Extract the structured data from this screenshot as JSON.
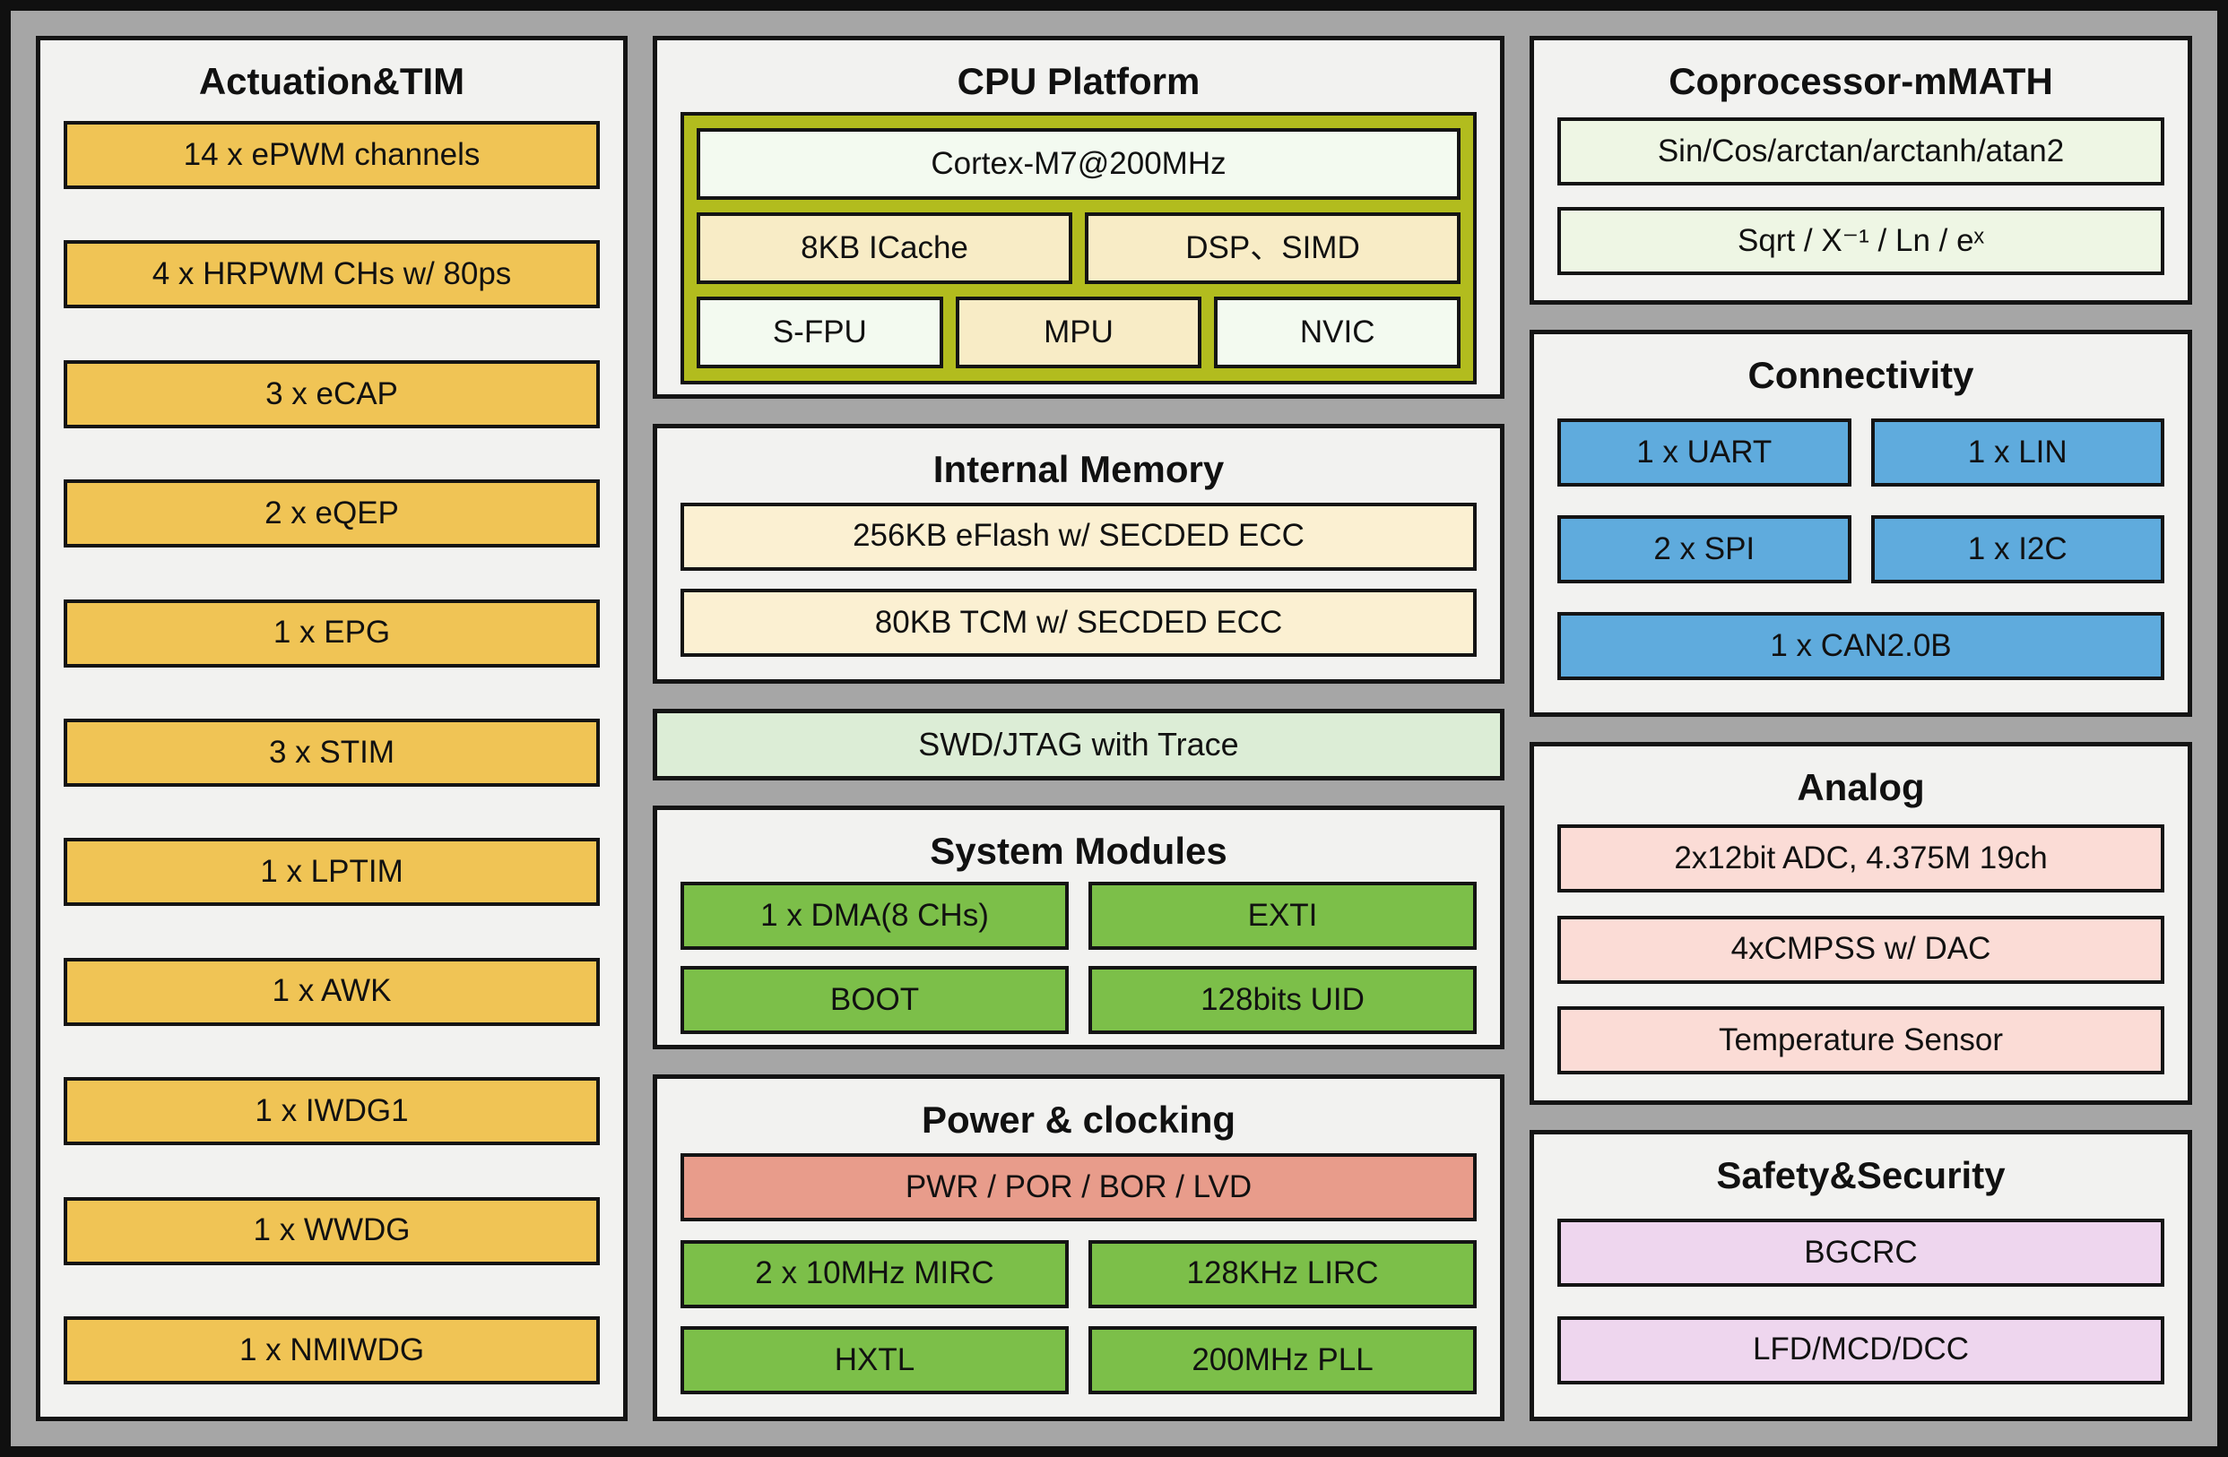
{
  "palette": {
    "background_gray": "#a6a6a6",
    "panel_bg": "#f2f2f0",
    "border_black": "#141414",
    "timer_yellow": "#f0c455",
    "cpu_olive": "#b2bc1e",
    "memory_cream": "#f8ecc6",
    "module_green": "#7cbf49",
    "power_salmon": "#e89c8b",
    "debug_light_green": "#dcedd6",
    "coprocessor_pale_green": "#eef6e4",
    "connectivity_blue": "#5fabdd",
    "analog_pink": "#fbdcd6",
    "safety_purple": "#eed6ee"
  },
  "actuation": {
    "title": "Actuation&TIM",
    "items": [
      "14 x ePWM channels",
      "4 x HRPWM CHs w/ 80ps",
      "3 x eCAP",
      "2 x eQEP",
      "1 x EPG",
      "3 x STIM",
      "1 x LPTIM",
      "1 x AWK",
      "1 x IWDG1",
      "1 x WWDG",
      "1 x NMIWDG"
    ]
  },
  "cpu": {
    "title": "CPU Platform",
    "core": "Cortex-M7@200MHz",
    "icache": "8KB ICache",
    "dsp": "DSP、SIMD",
    "fpu": "S-FPU",
    "mpu": "MPU",
    "nvic": "NVIC"
  },
  "memory": {
    "title": "Internal Memory",
    "items": [
      "256KB eFlash w/ SECDED ECC",
      "80KB TCM w/ SECDED ECC"
    ]
  },
  "debug": {
    "label": "SWD/JTAG with Trace"
  },
  "system": {
    "title": "System Modules",
    "items": [
      "1 x DMA(8 CHs)",
      "EXTI",
      "BOOT",
      "128bits UID"
    ]
  },
  "power": {
    "title": "Power & clocking",
    "pwr": "PWR / POR / BOR / LVD",
    "items": [
      "2 x 10MHz MIRC",
      "128KHz LIRC",
      "HXTL",
      "200MHz PLL"
    ]
  },
  "coprocessor": {
    "title": "Coprocessor-mMATH",
    "items": [
      "Sin/Cos/arctan/arctanh/atan2",
      "Sqrt / X⁻¹ / Ln / eˣ"
    ]
  },
  "connectivity": {
    "title": "Connectivity",
    "items": [
      "1 x UART",
      "1 x LIN",
      "2 x SPI",
      "1 x I2C",
      "1 x CAN2.0B"
    ]
  },
  "analog": {
    "title": "Analog",
    "items": [
      "2x12bit ADC, 4.375M 19ch",
      "4xCMPSS w/ DAC",
      "Temperature Sensor"
    ]
  },
  "safety": {
    "title": "Safety&Security",
    "items": [
      "BGCRC",
      "LFD/MCD/DCC"
    ]
  }
}
